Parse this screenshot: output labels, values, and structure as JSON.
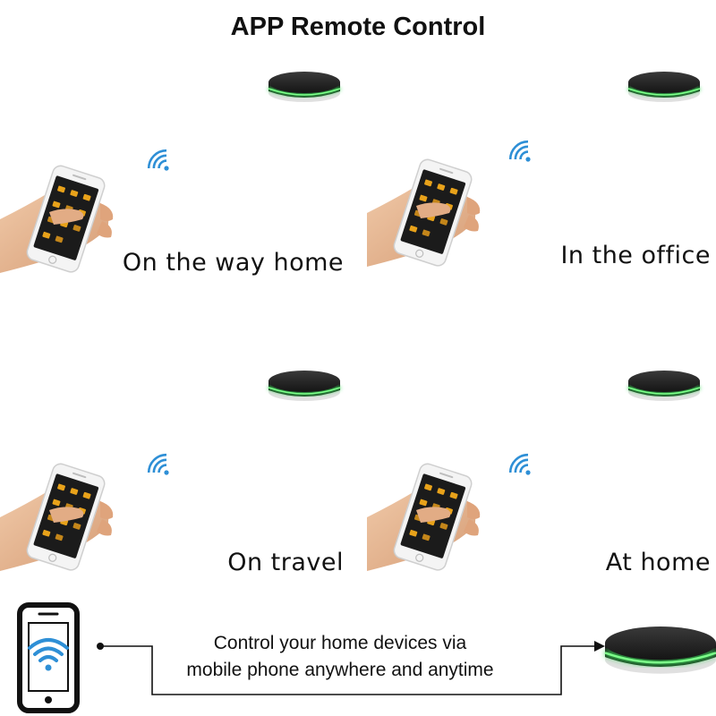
{
  "title": "APP Remote Control",
  "scenarios": [
    {
      "caption": "On the way home"
    },
    {
      "caption": "In the office"
    },
    {
      "caption": "On travel"
    },
    {
      "caption": "At home"
    }
  ],
  "bottom": {
    "line1": "Control your home devices via",
    "line2": "mobile phone anywhere and anytime"
  },
  "colors": {
    "hub_body": "#1a1a1a",
    "hub_glow": "#3dd65a",
    "wifi_blue": "#2e8fd6",
    "app_accent": "#e8a21a",
    "skin": "#e8b895"
  }
}
